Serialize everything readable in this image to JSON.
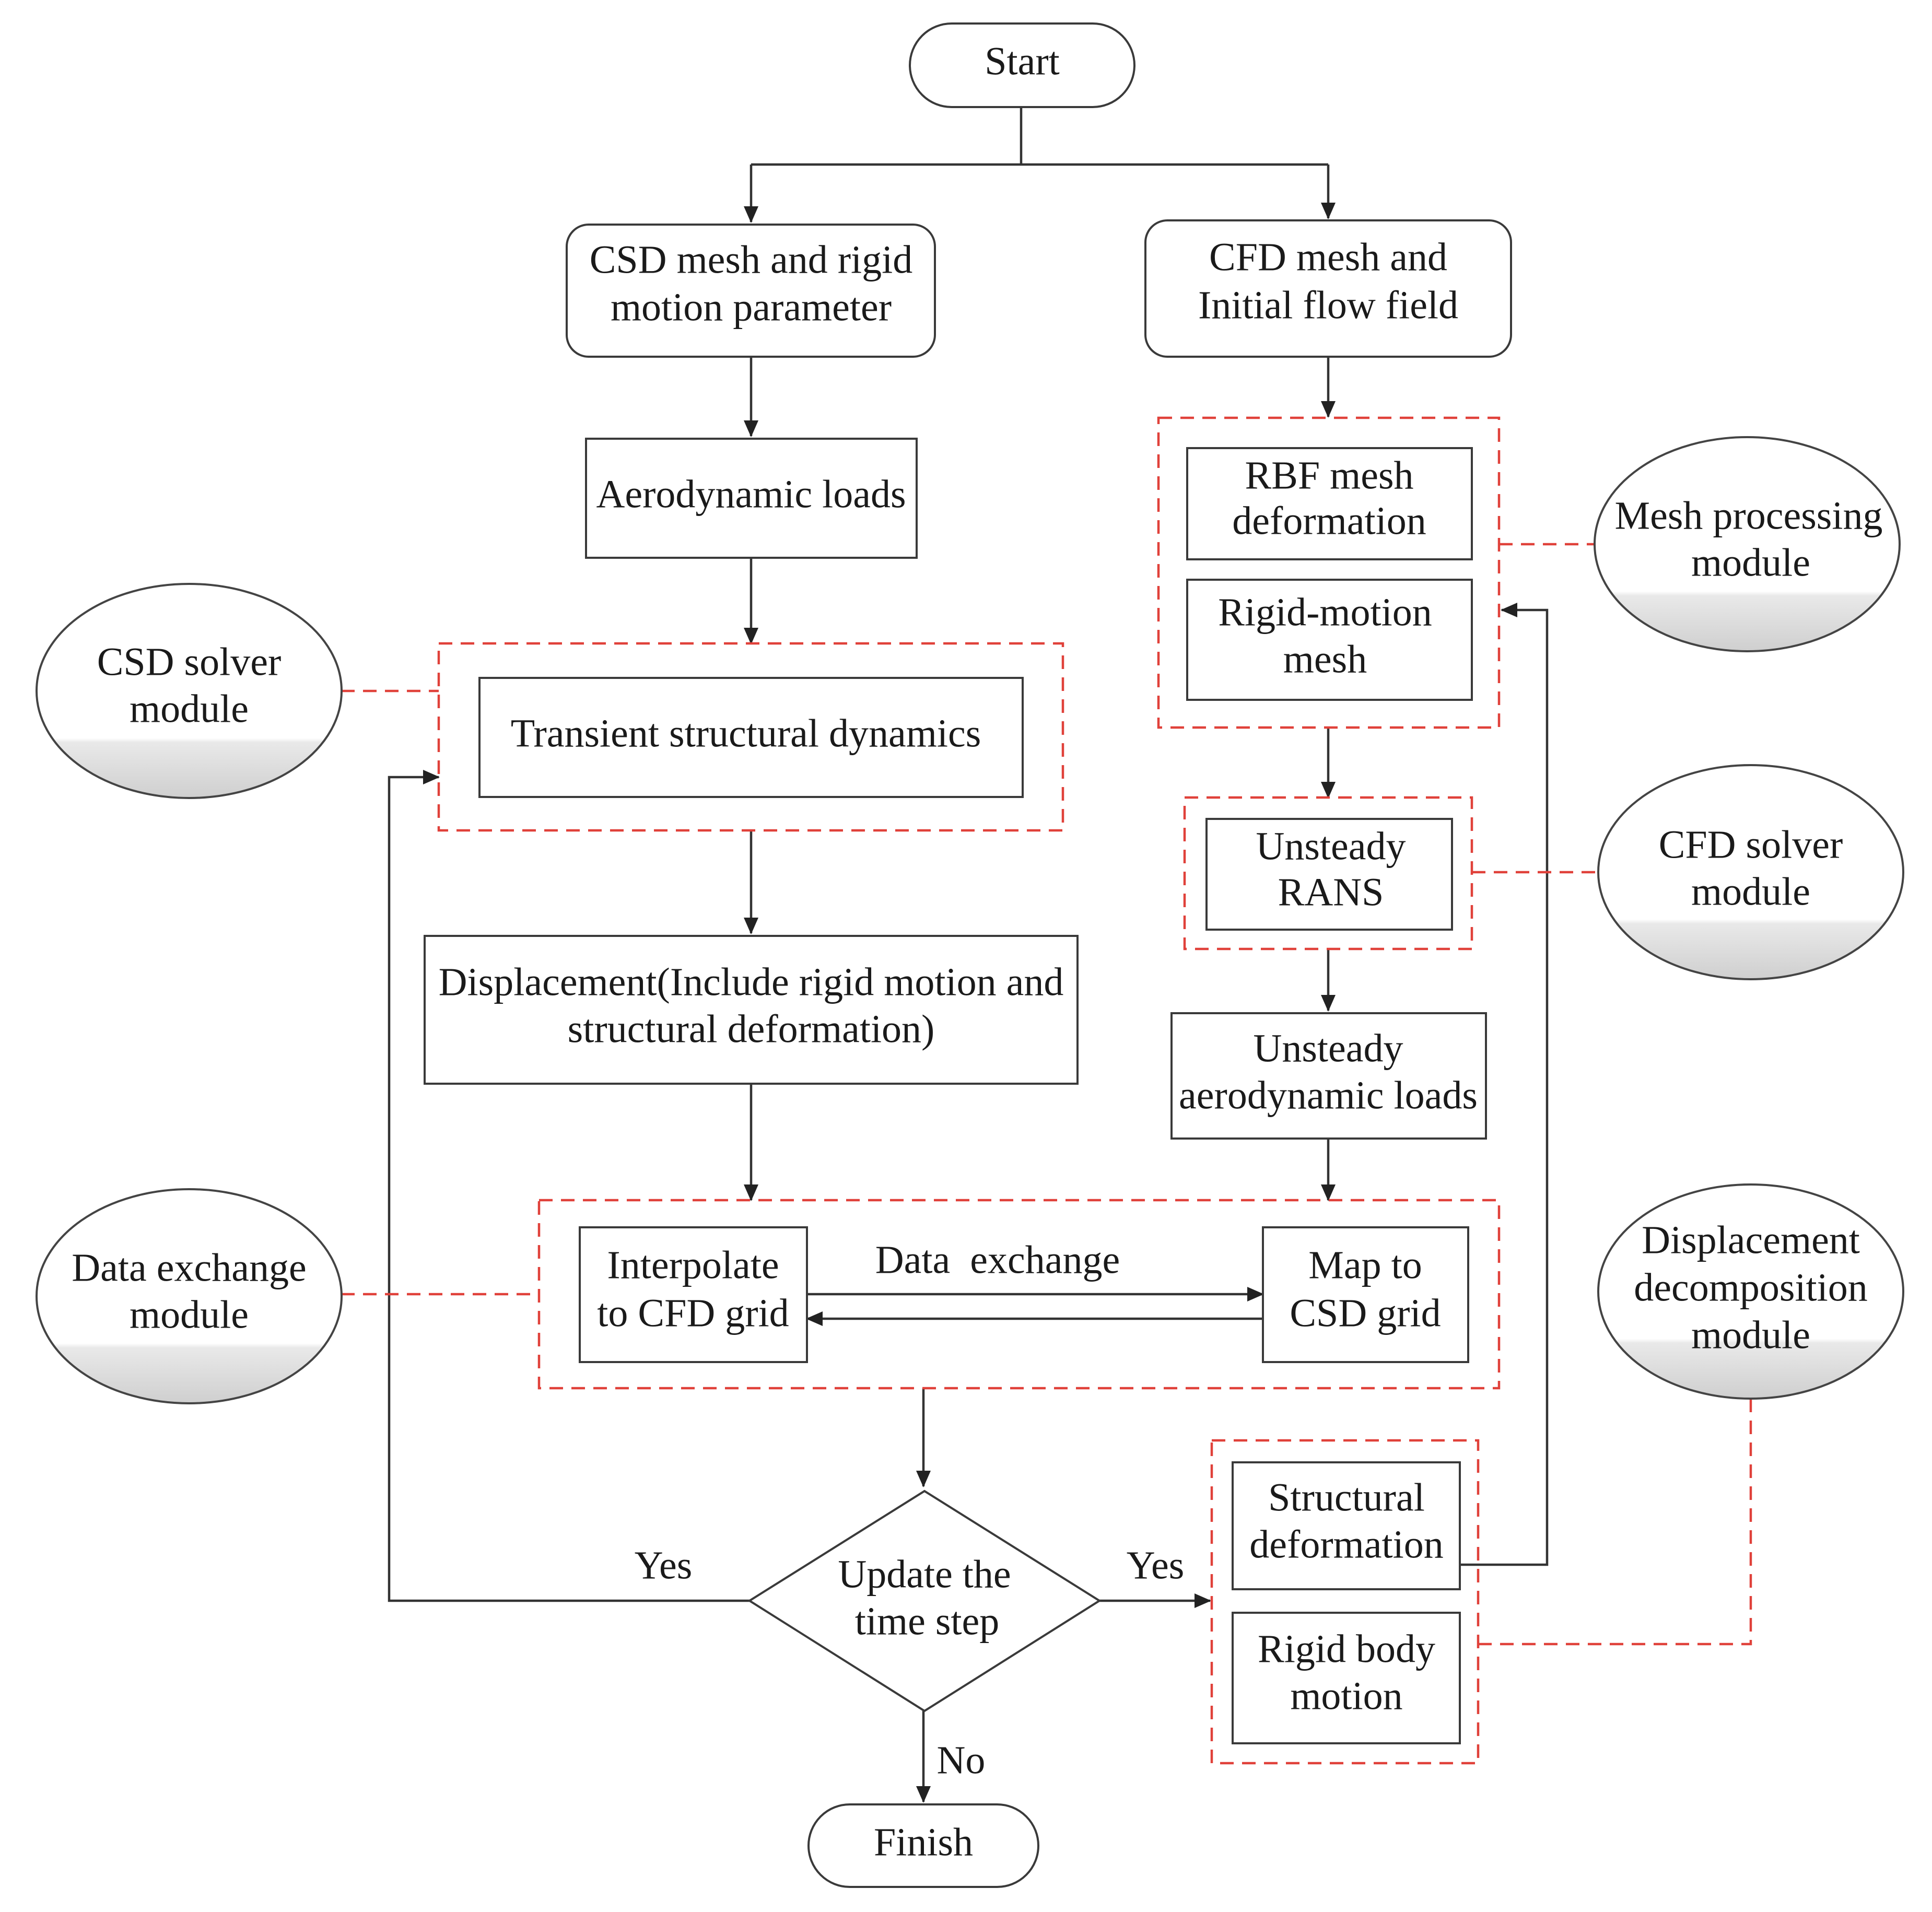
{
  "nodes": {
    "start": "Start",
    "finish": "Finish",
    "csd_mesh": [
      "CSD mesh and rigid",
      "motion parameter"
    ],
    "cfd_mesh": [
      "CFD mesh and",
      "Initial flow field"
    ],
    "aero_loads": "Aerodynamic loads",
    "transient": "Transient structural dynamics",
    "displacement": [
      "Displacement(Include rigid motion and",
      "structural deformation)"
    ],
    "rbf": [
      "RBF mesh",
      "deformation"
    ],
    "rigid_motion_mesh": [
      "Rigid-motion",
      "mesh"
    ],
    "unsteady_rans": [
      "Unsteady",
      "RANS"
    ],
    "unsteady_loads": [
      "Unsteady",
      "aerodynamic loads"
    ],
    "interpolate": [
      "Interpolate",
      "to CFD grid"
    ],
    "map_csd": [
      "Map to",
      "CSD grid"
    ],
    "structural_def": [
      "Structural",
      "deformation"
    ],
    "rigid_body": [
      "Rigid body",
      "motion"
    ],
    "decision": [
      "Update the",
      "time step"
    ]
  },
  "modules": {
    "csd_solver": [
      "CSD solver",
      "module"
    ],
    "mesh_processing": [
      "Mesh processing",
      "module"
    ],
    "cfd_solver": [
      "CFD solver",
      "module"
    ],
    "data_exchange": [
      "Data exchange",
      "module"
    ],
    "displacement_decomp": [
      "Displacement",
      "decomposition",
      "module"
    ]
  },
  "edge_labels": {
    "data_exchange": "Data  exchange",
    "yes_left": "Yes",
    "yes_right": "Yes",
    "no": "No"
  },
  "colors": {
    "module_border": "#e0413a",
    "line": "#333333",
    "module_fill_top": "#ffffff",
    "module_fill_bottom": "#d9d9d9"
  }
}
